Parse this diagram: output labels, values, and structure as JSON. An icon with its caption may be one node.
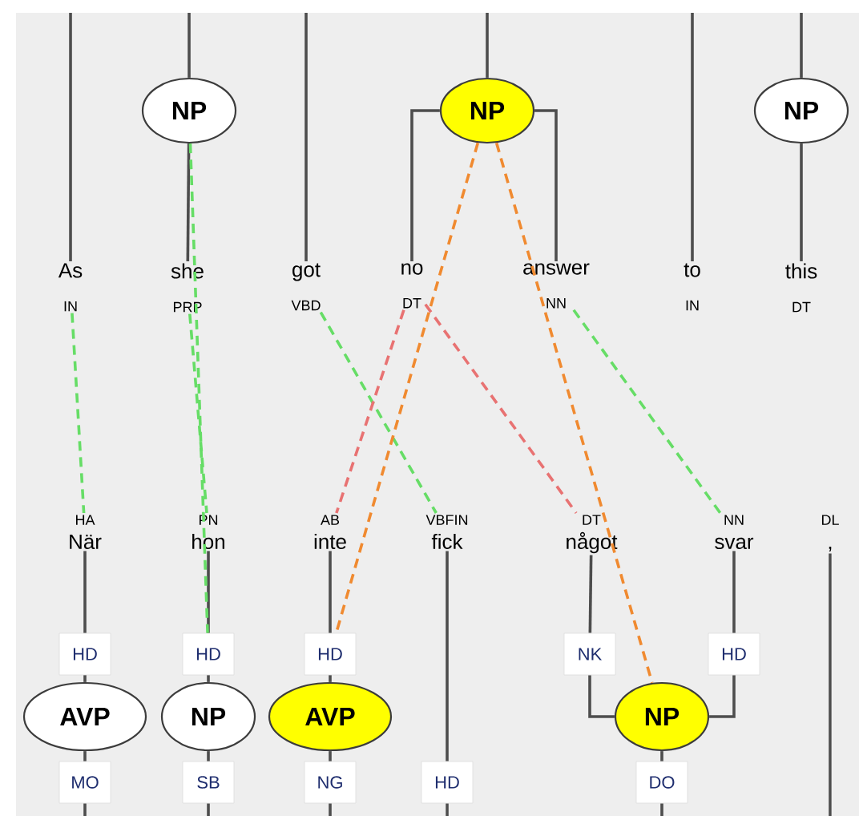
{
  "diagram": {
    "nodes": [
      {
        "text": [
          "NP"
        ]
      },
      {
        "text": [
          "NP"
        ]
      },
      {
        "text": [
          "NP"
        ]
      },
      {
        "text": [
          "As",
          "IN"
        ]
      },
      {
        "text": [
          "she",
          "PRP"
        ]
      },
      {
        "text": [
          "got",
          "VBD"
        ]
      },
      {
        "text": [
          "no",
          "DT"
        ]
      },
      {
        "text": [
          "answer",
          "NN"
        ]
      },
      {
        "text": [
          "to",
          "IN"
        ]
      },
      {
        "text": [
          "this",
          "DT"
        ]
      },
      {
        "text": [
          "HA",
          "När"
        ]
      },
      {
        "text": [
          "PN",
          "hon"
        ]
      },
      {
        "text": [
          "AB",
          "inte"
        ]
      },
      {
        "text": [
          "VBFIN",
          "fick"
        ]
      },
      {
        "text": [
          "DT",
          "något"
        ]
      },
      {
        "text": [
          "NN",
          "svar"
        ]
      },
      {
        "text": [
          "DL",
          ","
        ]
      },
      {
        "text": [
          "HD"
        ]
      },
      {
        "text": [
          "HD"
        ]
      },
      {
        "text": [
          "HD"
        ]
      },
      {
        "text": [
          "NK"
        ]
      },
      {
        "text": [
          "HD"
        ]
      },
      {
        "text": [
          "AVP"
        ]
      },
      {
        "text": [
          "NP"
        ]
      },
      {
        "text": [
          "AVP"
        ]
      },
      {
        "text": [
          "NP"
        ]
      },
      {
        "text": [
          "MO"
        ]
      },
      {
        "text": [
          "SB"
        ]
      },
      {
        "text": [
          "NG"
        ]
      },
      {
        "text": [
          "HD"
        ]
      },
      {
        "text": [
          "DO"
        ]
      }
    ],
    "edges": [
      {
        "from": null,
        "to": 0,
        "arrow": "none"
      },
      {
        "from": 0,
        "to": 4,
        "arrow": "none"
      },
      {
        "from": null,
        "to": 1,
        "arrow": "none"
      },
      {
        "from": 1,
        "to": 6,
        "arrow": "none"
      },
      {
        "from": 1,
        "to": 7,
        "arrow": "none"
      },
      {
        "from": null,
        "to": 2,
        "arrow": "none"
      },
      {
        "from": 2,
        "to": 9,
        "arrow": "none"
      },
      {
        "from": null,
        "to": 3,
        "arrow": "none"
      },
      {
        "from": null,
        "to": 5,
        "arrow": "none"
      },
      {
        "from": null,
        "to": 8,
        "arrow": "none"
      },
      {
        "from": 10,
        "to": 17,
        "arrow": "none"
      },
      {
        "from": 17,
        "to": 22,
        "arrow": "none"
      },
      {
        "from": 22,
        "to": 26,
        "arrow": "none"
      },
      {
        "from": 26,
        "to": null,
        "arrow": "none"
      },
      {
        "from": 11,
        "to": 18,
        "arrow": "none"
      },
      {
        "from": 18,
        "to": 23,
        "arrow": "none"
      },
      {
        "from": 23,
        "to": 27,
        "arrow": "none"
      },
      {
        "from": 27,
        "to": null,
        "arrow": "none"
      },
      {
        "from": 12,
        "to": 19,
        "arrow": "none"
      },
      {
        "from": 19,
        "to": 24,
        "arrow": "none"
      },
      {
        "from": 24,
        "to": 28,
        "arrow": "none"
      },
      {
        "from": 28,
        "to": null,
        "arrow": "none"
      },
      {
        "from": 13,
        "to": 29,
        "arrow": "none"
      },
      {
        "from": 29,
        "to": null,
        "arrow": "none"
      },
      {
        "from": 14,
        "to": 20,
        "arrow": "none"
      },
      {
        "from": 20,
        "to": 25,
        "arrow": "none"
      },
      {
        "from": 15,
        "to": 21,
        "arrow": "none"
      },
      {
        "from": 21,
        "to": 25,
        "arrow": "none"
      },
      {
        "from": 25,
        "to": 30,
        "arrow": "none"
      },
      {
        "from": 30,
        "to": null,
        "arrow": "none"
      },
      {
        "from": 16,
        "to": null,
        "arrow": "none"
      },
      {
        "from": 3,
        "to": 10,
        "arrow": "none",
        "style": "dashed",
        "color": "#66dd66"
      },
      {
        "from": 0,
        "to": 18,
        "arrow": "none",
        "style": "dashed",
        "color": "#66dd66"
      },
      {
        "from": 4,
        "to": 11,
        "arrow": "none",
        "style": "dashed",
        "color": "#66dd66"
      },
      {
        "from": 5,
        "to": 13,
        "arrow": "none",
        "style": "dashed",
        "color": "#66dd66"
      },
      {
        "from": 6,
        "to": 12,
        "arrow": "none",
        "style": "dashed",
        "color": "#e87272"
      },
      {
        "from": 6,
        "to": 14,
        "arrow": "none",
        "style": "dashed",
        "color": "#e87272"
      },
      {
        "from": 7,
        "to": 15,
        "arrow": "none",
        "style": "dashed",
        "color": "#66dd66"
      },
      {
        "from": 1,
        "to": 19,
        "arrow": "none",
        "style": "dashed",
        "color": "#f08a30"
      },
      {
        "from": 1,
        "to": 25,
        "arrow": "none",
        "style": "dashed",
        "color": "#f08a30"
      }
    ]
  }
}
